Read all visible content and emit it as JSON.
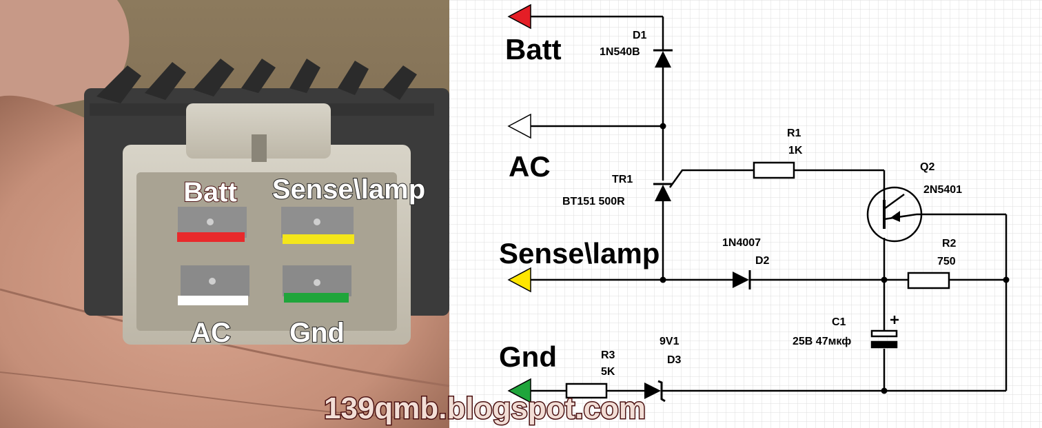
{
  "photo": {
    "labels": {
      "batt": "Batt",
      "sense": "Sense\\lamp",
      "ac": "AC",
      "gnd": "Gnd"
    },
    "stripe_colors": {
      "batt": "#e8292b",
      "sense": "#f4e61a",
      "ac": "#ffffff",
      "gnd": "#1fa53b"
    }
  },
  "schematic": {
    "terminals": {
      "batt": "Batt",
      "ac": "AC",
      "sense": "Sense\\lamp",
      "gnd": "Gnd"
    },
    "terminal_colors": {
      "batt": "#e41e26",
      "ac": "#ffffff",
      "sense": "#ffe600",
      "gnd": "#1fa53b"
    },
    "components": {
      "d1": {
        "ref": "D1",
        "value": "1N540B"
      },
      "tr1": {
        "ref": "TR1",
        "value": "BT151 500R"
      },
      "r1": {
        "ref": "R1",
        "value": "1K"
      },
      "q2": {
        "ref": "Q2",
        "value": "2N5401"
      },
      "d2": {
        "ref": "D2",
        "value": "1N4007"
      },
      "r2": {
        "ref": "R2",
        "value": "750"
      },
      "c1": {
        "ref": "C1",
        "value": "25B 47мкф"
      },
      "r3": {
        "ref": "R3",
        "value": "5K"
      },
      "d3": {
        "ref": "D3",
        "value": "9V1"
      }
    }
  },
  "watermark": "139qmb.blogspot.com"
}
